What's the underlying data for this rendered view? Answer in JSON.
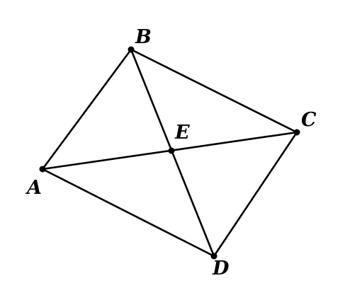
{
  "diagram": {
    "type": "quadrilateral-with-diagonals",
    "points": [
      {
        "id": "A",
        "label": "A"
      },
      {
        "id": "B",
        "label": "B"
      },
      {
        "id": "C",
        "label": "C"
      },
      {
        "id": "D",
        "label": "D"
      },
      {
        "id": "E",
        "label": "E"
      }
    ],
    "sides": [
      [
        "A",
        "B"
      ],
      [
        "B",
        "C"
      ],
      [
        "C",
        "D"
      ],
      [
        "D",
        "A"
      ]
    ],
    "diagonals": [
      [
        "A",
        "C"
      ],
      [
        "B",
        "D"
      ]
    ],
    "intersection": "E",
    "line_color": "#000000",
    "background": "#ffffff"
  }
}
